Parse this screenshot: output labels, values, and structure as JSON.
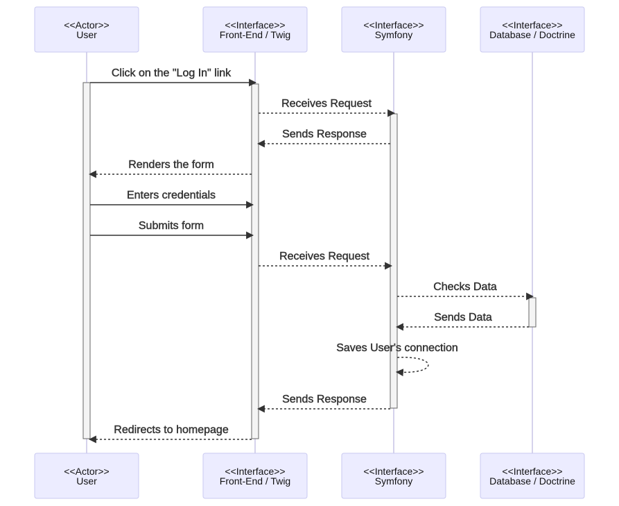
{
  "participants": [
    {
      "id": "user",
      "stereotype": "<<Actor>>",
      "name": "User"
    },
    {
      "id": "frontend",
      "stereotype": "<<Interface>>",
      "name": "Front-End / Twig"
    },
    {
      "id": "symfony",
      "stereotype": "<<Interface>>",
      "name": "Symfony"
    },
    {
      "id": "database",
      "stereotype": "<<Interface>>",
      "name": "Database / Doctrine"
    }
  ],
  "messages": [
    {
      "from": "user",
      "to": "frontend",
      "text": "Click on the \"Log In\" link",
      "style": "solid"
    },
    {
      "from": "frontend",
      "to": "symfony",
      "text": "Receives Request",
      "style": "dashed"
    },
    {
      "from": "symfony",
      "to": "frontend",
      "text": "Sends Response",
      "style": "dashed"
    },
    {
      "from": "frontend",
      "to": "user",
      "text": "Renders the form",
      "style": "dashed"
    },
    {
      "from": "user",
      "to": "frontend",
      "text": "Enters credentials",
      "style": "solid"
    },
    {
      "from": "user",
      "to": "frontend",
      "text": "Submits form",
      "style": "solid"
    },
    {
      "from": "frontend",
      "to": "symfony",
      "text": "Receives Request",
      "style": "dashed"
    },
    {
      "from": "symfony",
      "to": "database",
      "text": "Checks Data",
      "style": "dashed"
    },
    {
      "from": "database",
      "to": "symfony",
      "text": "Sends Data",
      "style": "dashed"
    },
    {
      "from": "symfony",
      "to": "symfony",
      "text": "Saves User's connection",
      "style": "dashed"
    },
    {
      "from": "symfony",
      "to": "frontend",
      "text": "Sends Response",
      "style": "dashed"
    },
    {
      "from": "frontend",
      "to": "user",
      "text": "Redirects to homepage",
      "style": "dashed"
    }
  ],
  "colors": {
    "actor_fill": "#ececff",
    "actor_stroke": "#c9c9f0",
    "lifeline": "#c7c4e6",
    "activation_fill": "#f4f4f4",
    "activation_stroke": "#666666",
    "message": "#333333",
    "text": "#333333"
  }
}
